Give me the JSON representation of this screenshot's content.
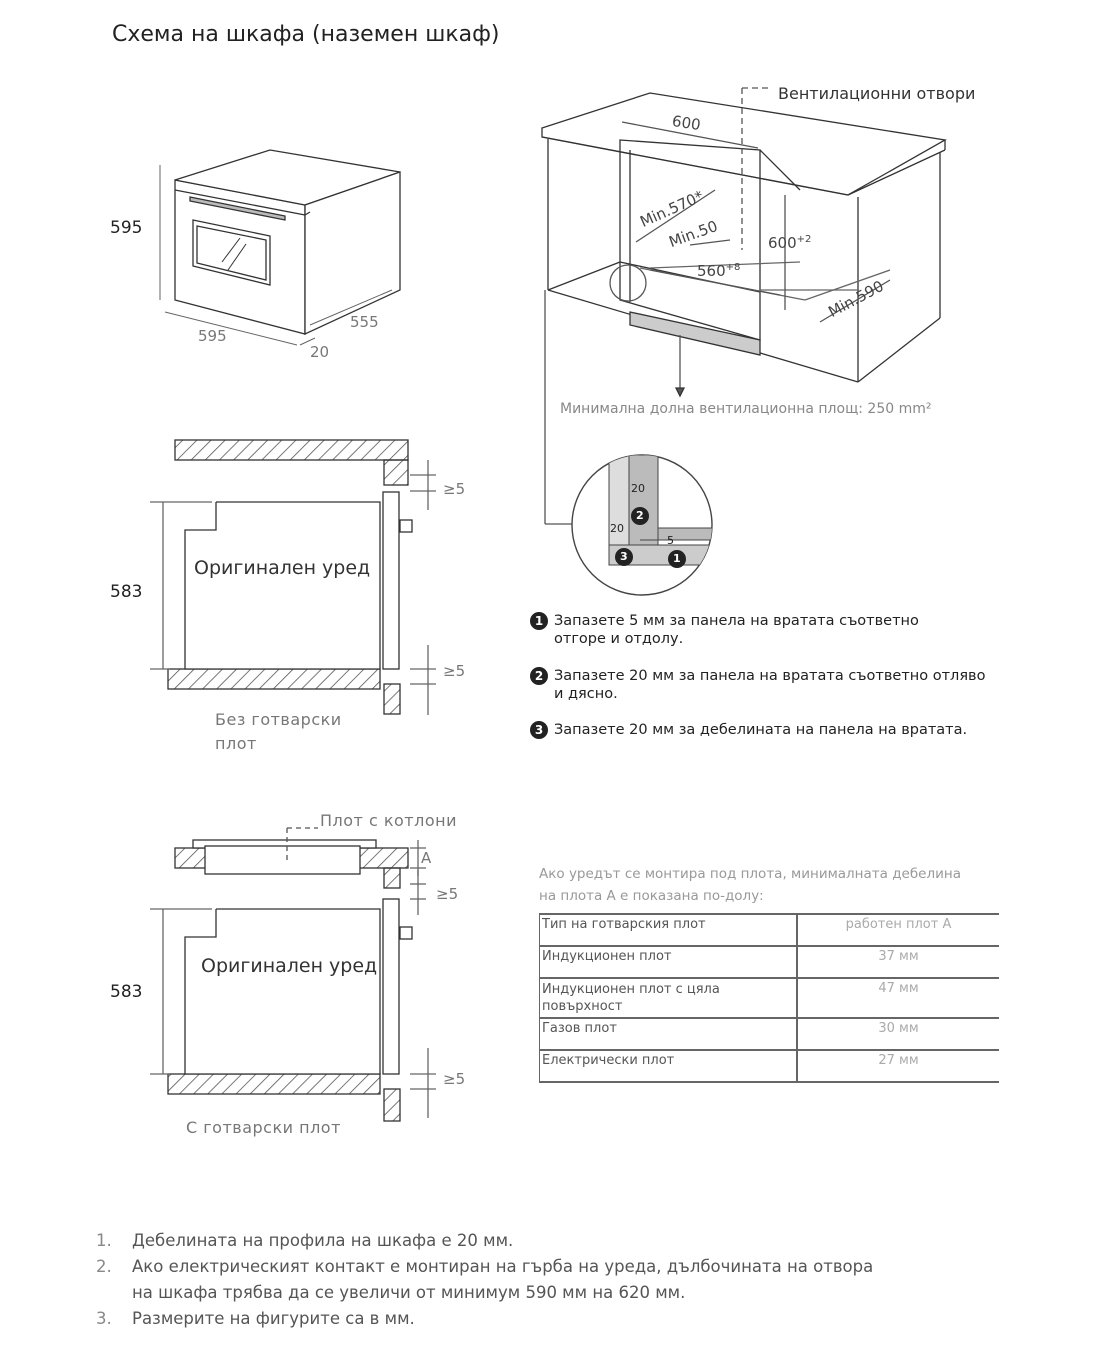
{
  "title": "Схема на шкафа (наземен шкаф)",
  "oven_iso": {
    "height": "595",
    "width": "595",
    "depth": "555",
    "front": "20"
  },
  "cabinet_iso": {
    "vent_label": "Вентилационни отвори",
    "width_top": "600",
    "min_570": "Min.570*",
    "min_50": "Min.50",
    "height": "600",
    "height_tol": "+2",
    "width_inner": "560",
    "width_inner_tol": "+8",
    "min_590": "Min.590",
    "bottom_vent": "Минимална долна вентилационна площ: 250 mm²"
  },
  "detail": {
    "v20_top": "20",
    "v20_left": "20",
    "v5": "5",
    "m1": "1",
    "m2": "2",
    "m3": "3"
  },
  "without_hob": {
    "height": "583",
    "gap_top": "≥5",
    "gap_bottom": "≥5",
    "appliance": "Оригинален уред",
    "caption_line1": "Без готварски",
    "caption_line2": "плот"
  },
  "notes": [
    {
      "num": "1",
      "line1": "Запазете 5 мм за панела на вратата съответно",
      "line2": "отгоре и отдолу."
    },
    {
      "num": "2",
      "line1": "Запазете 20 мм за панела на вратата съответно отляво",
      "line2": "и дясно."
    },
    {
      "num": "3",
      "line1": "Запазете 20 мм за дебелината на панела на вратата.",
      "line2": ""
    }
  ],
  "with_hob": {
    "hob_label": "Плот с котлони",
    "a_label": "A",
    "height": "583",
    "gap_top": "≥5",
    "gap_bottom": "≥5",
    "appliance": "Оригинален уред",
    "caption": "С готварски плот"
  },
  "table_intro": {
    "line1": "Ако уредът се монтира под плота, минималната дебелина",
    "line2": "на плота A е показана по-долу:"
  },
  "table": {
    "header": [
      "Тип на готварския плот",
      "работен плот A"
    ],
    "rows": [
      [
        "Индукционен плот",
        "37 мм"
      ],
      [
        "Индукционен плот с цяла повърхност",
        "47 мм"
      ],
      [
        "Газов плот",
        "30 мм"
      ],
      [
        "Електрически плот",
        "27 мм"
      ]
    ]
  },
  "footnotes": [
    {
      "num": "1.",
      "text": "Дебелината на профила на шкафа е 20 мм."
    },
    {
      "num": "2.",
      "text": "Ако електрическият контакт е монтиран на гърба на уреда, дълбочината на отвора на шкафа трябва да се увеличи от минимум 590 мм на 620 мм."
    },
    {
      "num": "3.",
      "text": "Размерите на фигурите са в мм."
    }
  ]
}
